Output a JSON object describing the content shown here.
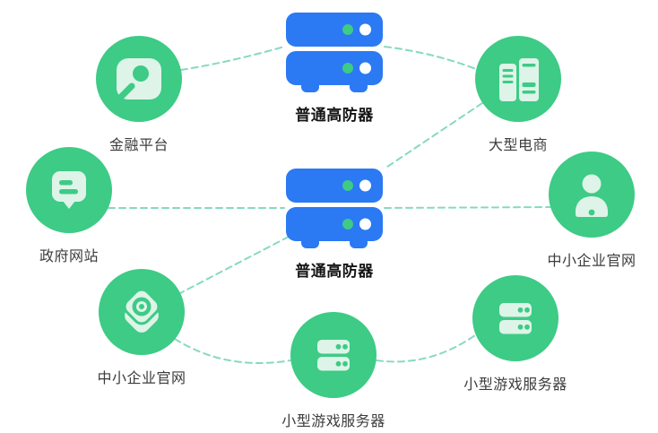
{
  "diagram": {
    "servers": {
      "top": {
        "label": "普通高防器"
      },
      "mid": {
        "label": "普通高防器"
      }
    },
    "nodes": {
      "finance": {
        "label": "金融平台",
        "icon": "image-icon"
      },
      "government": {
        "label": "政府网站",
        "icon": "chat-bubble-icon"
      },
      "sme_left": {
        "label": "中小企业官网",
        "icon": "layers-icon"
      },
      "ecommerce": {
        "label": "大型电商",
        "icon": "server-towers-icon"
      },
      "sme_right": {
        "label": "中小企业官网",
        "icon": "user-icon"
      },
      "game_center": {
        "label": "小型游戏服务器",
        "icon": "server-rack-icon"
      },
      "game_right": {
        "label": "小型游戏服务器",
        "icon": "server-rack-icon"
      }
    },
    "connections": [
      {
        "from": "finance",
        "to": "server_top"
      },
      {
        "from": "server_top",
        "to": "ecommerce"
      },
      {
        "from": "ecommerce",
        "to": "server_mid"
      },
      {
        "from": "government",
        "to": "server_mid"
      },
      {
        "from": "server_mid",
        "to": "sme_right"
      },
      {
        "from": "server_mid",
        "to": "sme_left"
      },
      {
        "from": "sme_left",
        "to": "game_center"
      },
      {
        "from": "game_center",
        "to": "game_right"
      }
    ],
    "colors": {
      "node_green": "#3dcb86",
      "icon_light": "#def4e8",
      "server_blue": "#2b79f3",
      "dash_teal": "#86d9c3",
      "label_dark": "#3c3c3c",
      "server_label": "#141414"
    }
  }
}
